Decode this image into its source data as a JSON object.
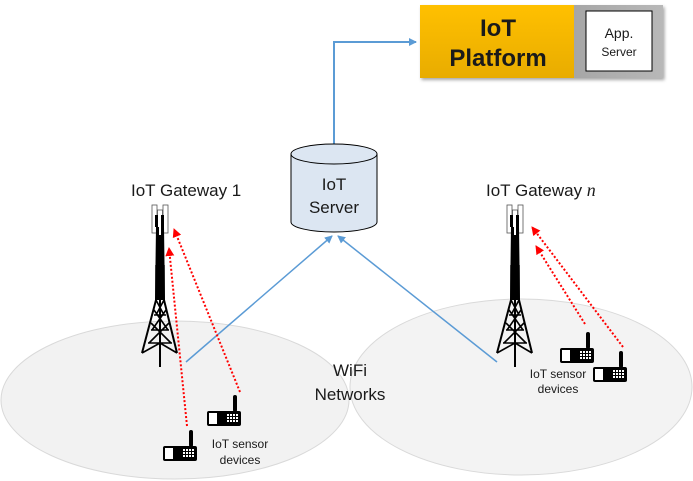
{
  "platform": {
    "title_line1": "IoT",
    "title_line2": "Platform",
    "app_server_line1": "App.",
    "app_server_line2": "Server",
    "colors": {
      "platform_fill": "#FFC000",
      "platform_shade": "#E6A800",
      "side_panel": "#A6A6A6",
      "app_server_fill": "#ffffff"
    }
  },
  "server": {
    "label_line1": "IoT",
    "label_line2": "Server",
    "fill": "#DCE6F2"
  },
  "gateways": [
    {
      "label_prefix": "IoT Gateway ",
      "label_suffix": "1"
    },
    {
      "label_prefix": "IoT Gateway ",
      "label_suffix": "n"
    }
  ],
  "networks": {
    "label_line1": "WiFi",
    "label_line2": "Networks",
    "fill": "#F2F2F2",
    "stroke": "#D9D9D9"
  },
  "sensor_groups": [
    {
      "label_line1": "IoT sensor",
      "label_line2": "devices"
    },
    {
      "label_line1": "IoT sensor",
      "label_line2": "devices"
    }
  ],
  "links": {
    "wired_color": "#5B9BD5",
    "wireless_color": "#FF0000"
  }
}
